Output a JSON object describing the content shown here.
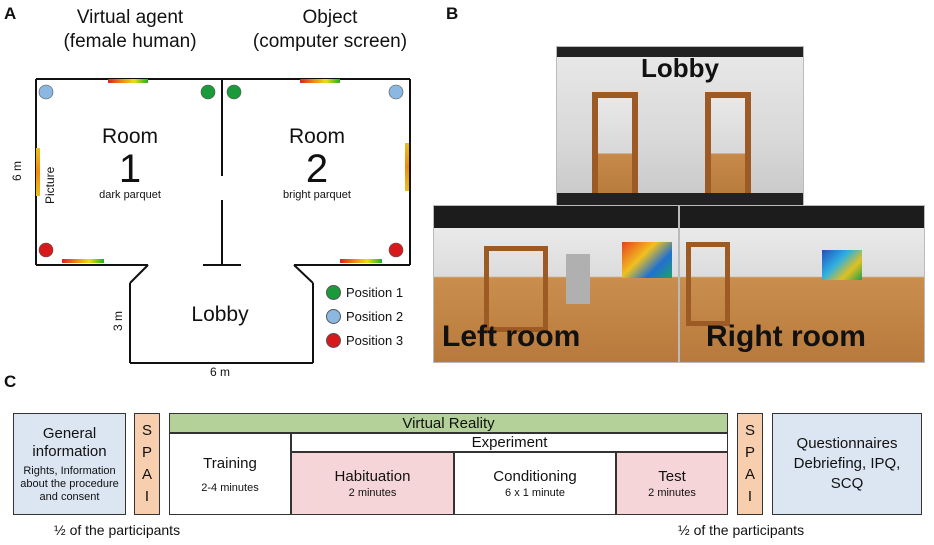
{
  "panel_labels": {
    "a": "A",
    "b": "B",
    "c": "C"
  },
  "floorplan": {
    "header_left_line1": "Virtual agent",
    "header_left_line2": "(female human)",
    "header_right_line1": "Object",
    "header_right_line2": "(computer screen)",
    "room1_title": "Room",
    "room1_number": "1",
    "room1_floor": "dark parquet",
    "room2_title": "Room",
    "room2_number": "2",
    "room2_floor": "bright parquet",
    "picture_label": "Picture",
    "lobby_label": "Lobby",
    "dim_height": "6 m",
    "dim_lobby_height": "3 m",
    "dim_lobby_width": "6 m",
    "legend": [
      {
        "label": "Position 1",
        "color": "#1a9a3a"
      },
      {
        "label": "Position 2",
        "color": "#8ab8e0"
      },
      {
        "label": "Position 3",
        "color": "#d8191c"
      }
    ]
  },
  "screenshots": {
    "lobby": "Lobby",
    "left_room": "Left room",
    "right_room": "Right room"
  },
  "timeline": {
    "general_title": "General information",
    "general_detail": "Rights, Information about the procedure and consent",
    "spai_left": [
      "S",
      "P",
      "A",
      "I"
    ],
    "spai_right": [
      "S",
      "P",
      "A",
      "I"
    ],
    "vr_label": "Virtual Reality",
    "experiment_label": "Experiment",
    "training_title": "Training",
    "training_time": "2-4 minutes",
    "habituation_title": "Habituation",
    "habituation_time": "2 minutes",
    "conditioning_title": "Conditioning",
    "conditioning_time": "6 x 1 minute",
    "test_title": "Test",
    "test_time": "2 minutes",
    "questionnaires_title": "Questionnaires",
    "questionnaires_detail1": "Debriefing, IPQ,",
    "questionnaires_detail2": "SCQ",
    "half_left": "½ of the participants",
    "half_right": "½ of the participants"
  }
}
